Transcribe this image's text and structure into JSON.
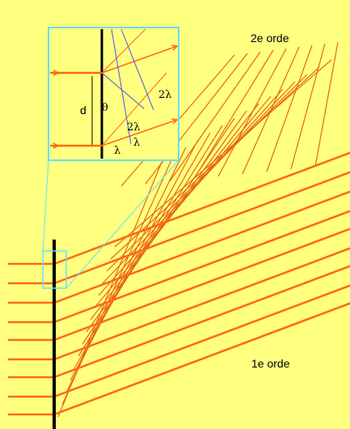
{
  "labels": {
    "second_order": "2e orde",
    "first_order": "1e orde"
  },
  "inset_labels": {
    "d": "d",
    "theta": "θ",
    "two_lambda_upper": "2λ",
    "two_lambda_lower": "2λ",
    "lambda_right": "λ",
    "lambda_left": "λ"
  },
  "colors": {
    "background": "#ffff80",
    "ray": "#ff6a10",
    "wavefront": "#e8661a",
    "grating": "#000000",
    "zoom_box": "#66e0ff",
    "path_construction": "#4f4fff"
  }
}
